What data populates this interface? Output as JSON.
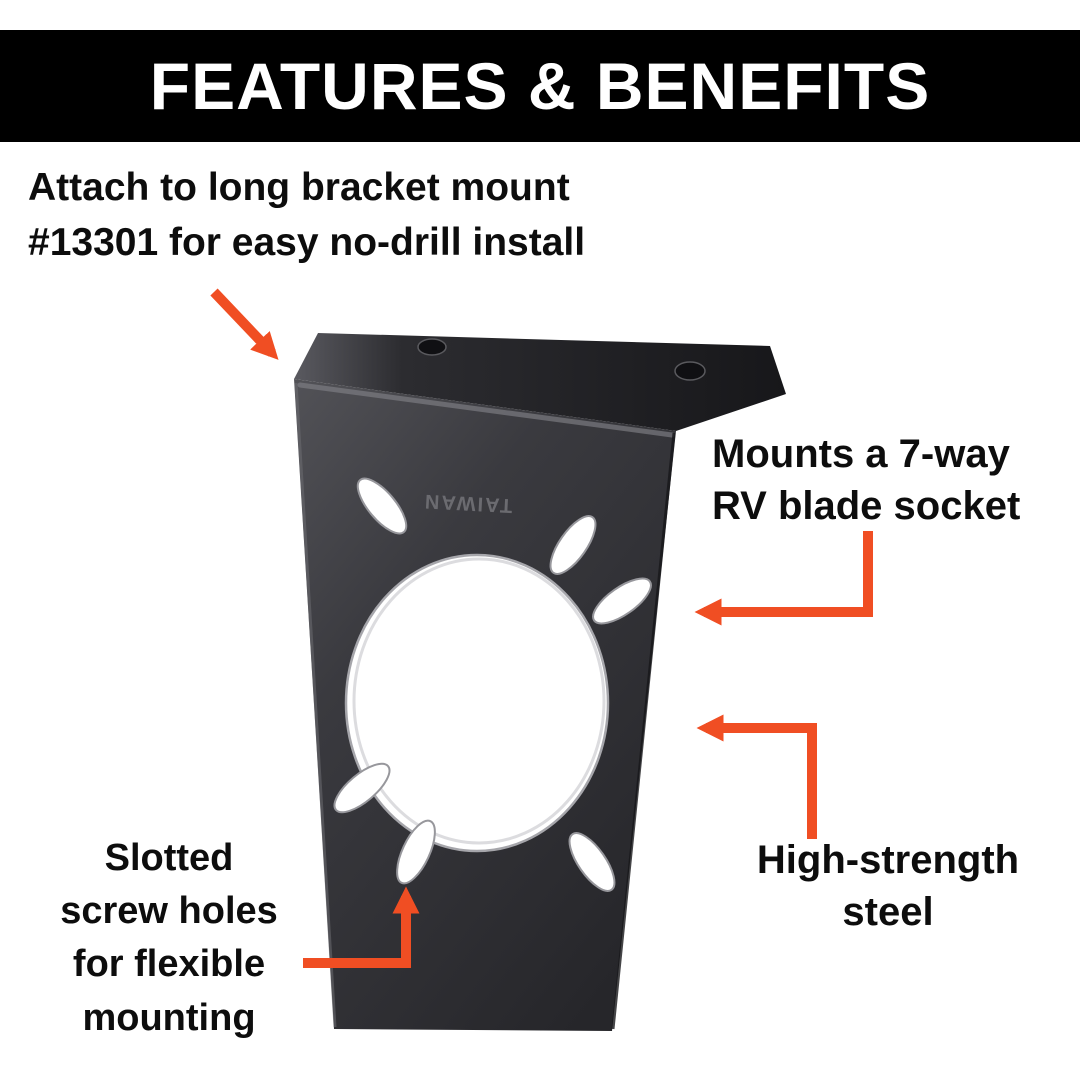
{
  "header": {
    "title": "FEATURES & BENEFITS"
  },
  "callouts": {
    "attach": {
      "lines": [
        "Attach to long bracket mount",
        "#13301 for easy no-drill install"
      ]
    },
    "socket": {
      "lines": [
        "Mounts a 7-way",
        "RV blade socket"
      ]
    },
    "steel": {
      "lines": [
        "High-strength",
        "steel"
      ]
    },
    "slots": {
      "lines": [
        "Slotted",
        "screw holes",
        "for flexible",
        "mounting"
      ]
    }
  },
  "product": {
    "stamp": "TAIWAN"
  },
  "colors": {
    "arrow": "#F04E23",
    "header_bg": "#000000",
    "header_text": "#FFFFFF",
    "text": "#0D0D0D",
    "metal_dark": "#232327",
    "metal_light": "#515156"
  }
}
